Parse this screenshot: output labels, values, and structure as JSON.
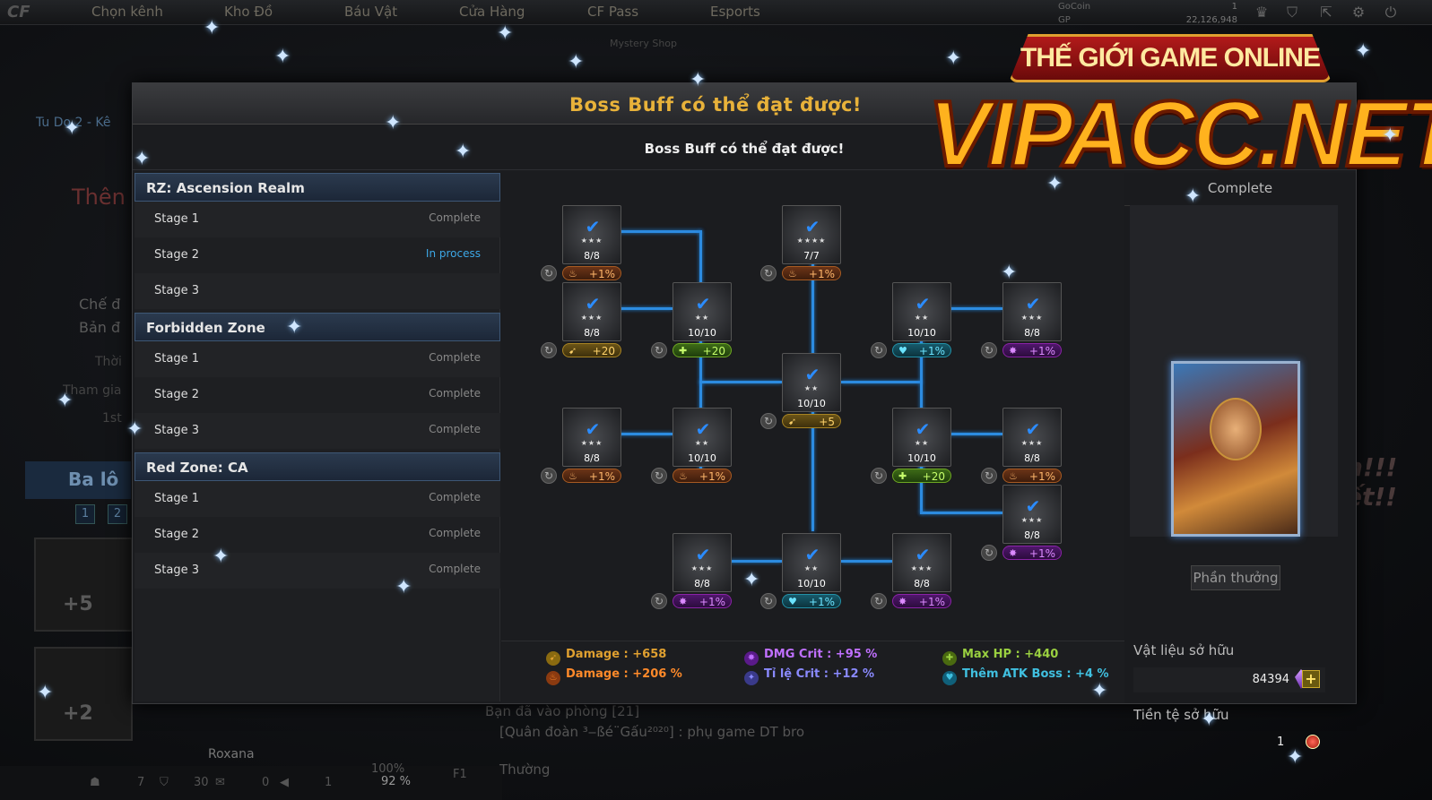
{
  "topbar": {
    "tabs": [
      "Chọn kênh",
      "Kho Đồ",
      "Báu Vật",
      "Cửa Hàng",
      "CF Pass",
      "Esports"
    ],
    "gocoin_label": "GoCoin",
    "gocoin_value": "1",
    "gp_label": "GP",
    "gp_value": "22,126,948",
    "mystery": "Mystery Shop"
  },
  "background": {
    "room_tab": "Tu Do 2 - Kê",
    "title_frag": "Thên",
    "mode_frag1": "Chế đ",
    "mode_frag2": "Bản đ",
    "time_frag": "Thời",
    "join_frag": "Tham gia",
    "first_frag": "1st",
    "balo": "Ba lô",
    "pages": [
      "1",
      "2"
    ],
    "slot1": "+5",
    "slot2": "+2",
    "player": "Roxana",
    "bottom": [
      "7",
      "30",
      "0",
      "1"
    ],
    "percent": "92 %",
    "ping": "100%",
    "key": "F1",
    "chat1": "Bạn đã vào phòng [21]",
    "chat2": "[Quân đoàn ³‒ßé¨Gấu²⁰²⁰] : phụ game DT bro",
    "chat_mode": "Thường",
    "right_frag1": "n!!!",
    "right_frag2": "ết!!"
  },
  "modal": {
    "title": "Boss Buff có thể đạt được!",
    "subtitle": "Boss Buff có thể đạt được!",
    "zones": [
      {
        "name": "RZ: Ascension Realm",
        "stages": [
          {
            "name": "Stage 1",
            "status": "Complete"
          },
          {
            "name": "Stage 2",
            "status": "In process"
          },
          {
            "name": "Stage 3",
            "status": ""
          }
        ]
      },
      {
        "name": "Forbidden Zone",
        "stages": [
          {
            "name": "Stage 1",
            "status": "Complete"
          },
          {
            "name": "Stage 2",
            "status": "Complete"
          },
          {
            "name": "Stage 3",
            "status": "Complete"
          }
        ]
      },
      {
        "name": "Red Zone: CA",
        "stages": [
          {
            "name": "Stage 1",
            "status": "Complete"
          },
          {
            "name": "Stage 2",
            "status": "Complete"
          },
          {
            "name": "Stage 3",
            "status": "Complete"
          }
        ]
      }
    ],
    "nodes": [
      {
        "count": "8/8",
        "stars": "★★★",
        "buff": "+1%",
        "type": "orange",
        "icon": "flame-icon"
      },
      {
        "count": "7/7",
        "stars": "★★★★",
        "buff": "+1%",
        "type": "orange",
        "icon": "flame-icon"
      },
      {
        "count": "8/8",
        "stars": "★★★",
        "buff": "+20",
        "type": "gold",
        "icon": "bullet-icon"
      },
      {
        "count": "10/10",
        "stars": "★★",
        "buff": "+20",
        "type": "green",
        "icon": "health-icon"
      },
      {
        "count": "10/10",
        "stars": "★★",
        "buff": "+1%",
        "type": "cyan",
        "icon": "boss-atk-icon"
      },
      {
        "count": "8/8",
        "stars": "★★★",
        "buff": "+1%",
        "type": "purple",
        "icon": "crit-icon"
      },
      {
        "count": "10/10",
        "stars": "★★",
        "buff": "+5",
        "type": "gold",
        "icon": "bullet-icon"
      },
      {
        "count": "8/8",
        "stars": "★★★",
        "buff": "+1%",
        "type": "orange",
        "icon": "flame-icon"
      },
      {
        "count": "10/10",
        "stars": "★★",
        "buff": "+1%",
        "type": "orange",
        "icon": "flame-icon"
      },
      {
        "count": "10/10",
        "stars": "★★",
        "buff": "+20",
        "type": "green",
        "icon": "health-icon"
      },
      {
        "count": "8/8",
        "stars": "★★★",
        "buff": "+1%",
        "type": "orange",
        "icon": "flame-icon"
      },
      {
        "count": "8/8",
        "stars": "★★★",
        "buff": "+1%",
        "type": "purple",
        "icon": "crit-icon"
      },
      {
        "count": "8/8",
        "stars": "★★★",
        "buff": "+1%",
        "type": "purple",
        "icon": "crit-icon"
      },
      {
        "count": "10/10",
        "stars": "★★",
        "buff": "+1%",
        "type": "cyan",
        "icon": "boss-atk-icon"
      },
      {
        "count": "8/8",
        "stars": "★★★",
        "buff": "+1%",
        "type": "purple",
        "icon": "crit-icon"
      }
    ],
    "stats": [
      {
        "label": "Damage : +658",
        "color": "#e0a030"
      },
      {
        "label": "Damage : +206 %",
        "color": "#ff8a2a"
      },
      {
        "label": "DMG Crit : +95 %",
        "color": "#c070ff"
      },
      {
        "label": "Tỉ lệ Crit : +12 %",
        "color": "#8a8aff"
      },
      {
        "label": "Max HP : +440",
        "color": "#9ad040"
      },
      {
        "label": "Thêm ATK Boss : +4 %",
        "color": "#40c0e0"
      }
    ],
    "right": {
      "status": "Complete",
      "reward_button": "Phần thưởng",
      "material_label": "Vật liệu sở hữu",
      "material_value": "84394",
      "currency_label": "Tiền tệ sở hữu",
      "currency_value": "1"
    }
  },
  "watermark": {
    "top": "THẾ GIỚI GAME ONLINE",
    "main": "VIPACC.NET"
  }
}
